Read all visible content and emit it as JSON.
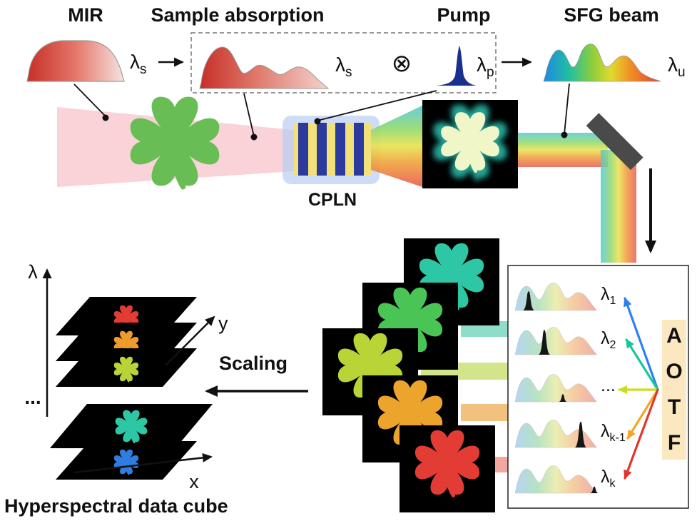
{
  "figure": {
    "top": {
      "mir": "MIR",
      "sample_absorption": "Sample absorption",
      "pump": "Pump",
      "sfg_beam": "SFG beam",
      "lambda_s": {
        "base": "λ",
        "sub": "s"
      },
      "lambda_p": {
        "base": "λ",
        "sub": "p"
      },
      "lambda_u": {
        "base": "λ",
        "sub": "u"
      },
      "otimes": "⊗"
    },
    "cpln": "CPLN",
    "scaling": "Scaling",
    "aotf": {
      "letters": [
        "A",
        "O",
        "T",
        "F"
      ],
      "text_color": "#f59a23",
      "bg_color": "#fbe7c0",
      "rows": [
        {
          "base": "λ",
          "sub": "1",
          "arrow_color": "#2d7ff7"
        },
        {
          "base": "λ",
          "sub": "2",
          "arrow_color": "#16c79a"
        },
        {
          "base": "...",
          "sub": "",
          "arrow_color": "#cddc1e"
        },
        {
          "base": "λ",
          "sub": "k-1",
          "arrow_color": "#f5a623"
        },
        {
          "base": "λ",
          "sub": "k",
          "arrow_color": "#e5332e"
        }
      ]
    },
    "cube": {
      "caption": "Hyperspectral data cube",
      "dots": "...",
      "axes": {
        "lambda": "λ",
        "y": "y",
        "x": "x"
      },
      "layer_colors": [
        "#e23c35",
        "#ee9b2c",
        "#b9d437",
        "#2ec7a5",
        "#2f7de0"
      ]
    },
    "stack_colors": [
      "#2ec7a5",
      "#49c455",
      "#b9d437",
      "#eda42d",
      "#e23c35"
    ],
    "link_bar_colors": [
      "#8fdccb",
      "#d3e58a",
      "#f3c17e",
      "#f2a8a0"
    ],
    "colors": {
      "beam_pink": "#f5b5bd",
      "sample_clover": "#69bd55",
      "sfg_glow": "#27b3a3",
      "sfg_core": "#f0f6c8",
      "mirror": "#4a4a4a",
      "pump_peak": "#1b2f8f"
    }
  }
}
